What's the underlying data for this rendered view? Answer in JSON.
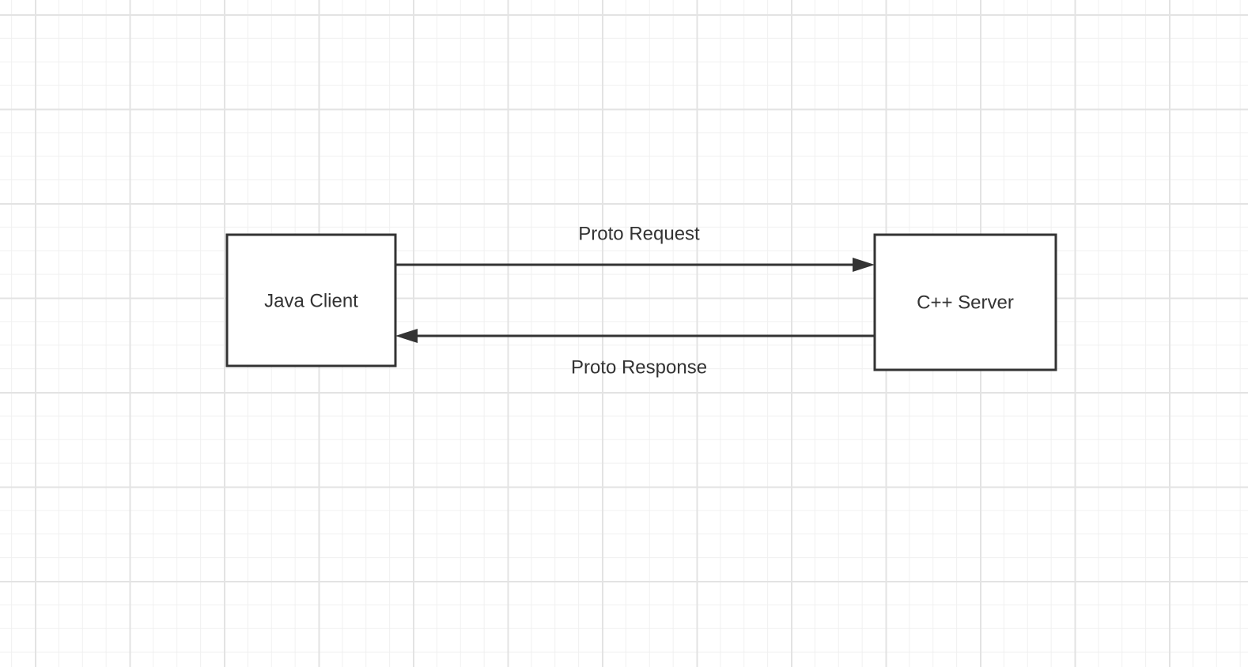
{
  "nodes": {
    "client": {
      "label": "Java Client"
    },
    "server": {
      "label": "C++ Server"
    }
  },
  "edges": {
    "request": {
      "label": "Proto Request",
      "from": "Java Client",
      "to": "C++ Server"
    },
    "response": {
      "label": "Proto Response",
      "from": "C++ Server",
      "to": "Java Client"
    }
  },
  "colors": {
    "stroke": "#333333",
    "grid_major": "#e3e3e3",
    "grid_minor": "#f0f0f0",
    "background": "#ffffff"
  }
}
